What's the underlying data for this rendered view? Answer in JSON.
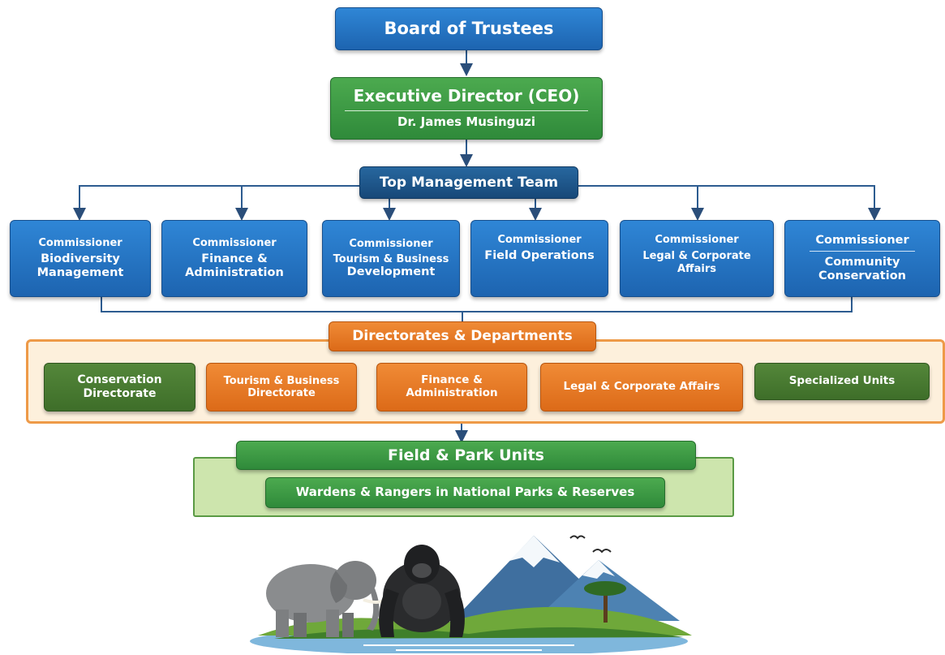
{
  "board": {
    "title": "Board of Trustees"
  },
  "ceo": {
    "title": "Executive Director (CEO)",
    "name": "Dr. James Musinguzi"
  },
  "top_management": {
    "title": "Top Management Team"
  },
  "commissioners": [
    {
      "line1": "Commissioner",
      "line2": "Biodiversity",
      "line3": "Management"
    },
    {
      "line1": "Commissioner",
      "line2": "Finance &",
      "line3": "Administration"
    },
    {
      "line1": "Commissioner",
      "line2": "Tourism & Business",
      "line3": "Development"
    },
    {
      "line1": "Commissioner",
      "line2": "Field Operations",
      "line3": ""
    },
    {
      "line1": "Commissioner",
      "line2": "Legal & Corporate Affairs",
      "line3": ""
    },
    {
      "line1": "Commissioner",
      "line2": "Community",
      "line3": "Conservation"
    }
  ],
  "directorates": {
    "title": "Directorates & Departments",
    "items": [
      {
        "line1": "Conservation",
        "line2": "Directorate",
        "color": "#4f7f34"
      },
      {
        "line1": "Tourism & Business",
        "line2": "Directorate",
        "color": "#e57726"
      },
      {
        "line1": "Finance &",
        "line2": "Administration",
        "color": "#e57726"
      },
      {
        "line1": "Legal & Corporate Affairs",
        "line2": "",
        "color": "#e57726"
      },
      {
        "line1": "Specialized Units",
        "line2": "",
        "color": "#4f7f34"
      }
    ]
  },
  "field": {
    "title": "Field & Park Units",
    "subtitle": "Wardens & Rangers in National Parks & Reserves"
  },
  "illustration": {
    "subjects": [
      "elephant-icon",
      "gorilla-icon",
      "mountain-icon",
      "bird-icon",
      "acacia-tree-icon"
    ]
  },
  "colors": {
    "blue": "#1f6fc0",
    "green": "#3a9a44",
    "orange": "#e57726",
    "dark_green": "#4f7f34",
    "panel_bg": "#fdf0dc"
  }
}
